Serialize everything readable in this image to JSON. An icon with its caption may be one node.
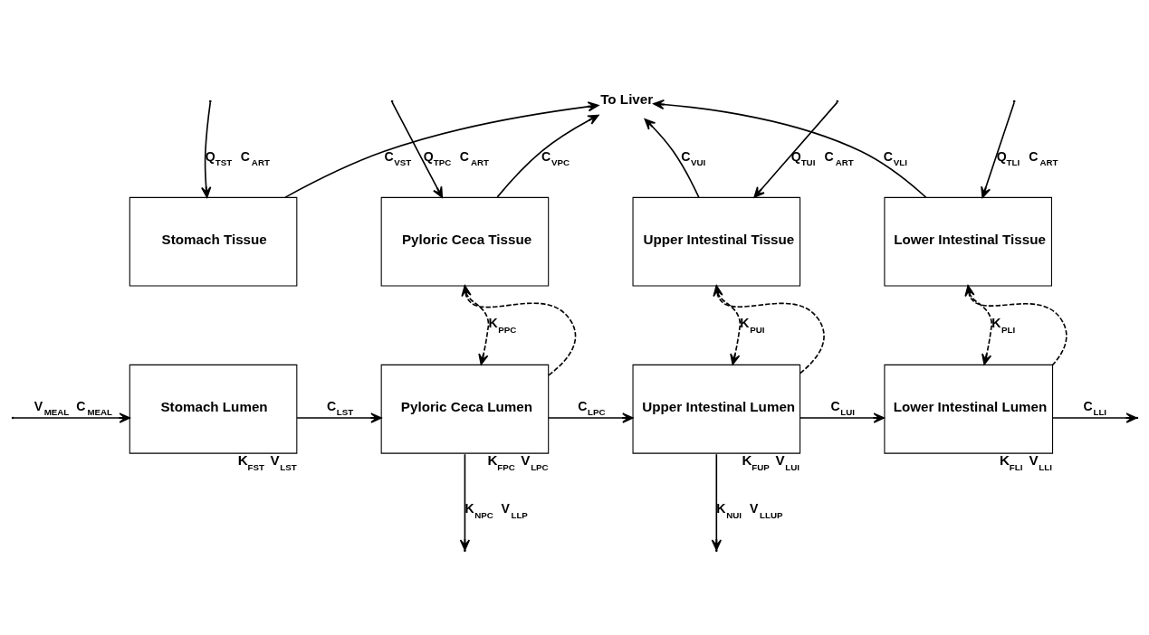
{
  "diagram": {
    "nodes": [
      {
        "text": [
          "Stomach Tissue"
        ]
      },
      {
        "text": [
          "Stomach Lumen"
        ],
        "beside": [
          "K$_{FST}$",
          "V$_{LST}$"
        ]
      },
      {
        "text": [
          "Pyloric Ceca Tissue"
        ]
      },
      {
        "text": [
          "Pyloric Ceca Lumen"
        ],
        "beside": [
          "K$_{FPC}$",
          "V$_{LPC}$"
        ]
      },
      {
        "text": [
          "Upper Intestinal Tissue"
        ]
      },
      {
        "text": [
          "Upper Intestinal Lumen"
        ],
        "beside": [
          "K$_{FUP}$",
          "V$_{LUI}$"
        ]
      },
      {
        "text": [
          "Lower Intestinal Tissue"
        ]
      },
      {
        "text": [
          "Lower Intestinal Lumen"
        ],
        "beside": [
          "K$_{FLI}$",
          "V$_{LLI}$"
        ]
      },
      {
        "text": [
          "To Liver"
        ]
      }
    ],
    "edges": [
      {
        "from": 0,
        "to": 8,
        "arrow": "to",
        "label": "C$_{VST}$"
      },
      {
        "from": 2,
        "to": 8,
        "arrow": "to",
        "label": "C$_{VPC}$"
      },
      {
        "from": 4,
        "to": 8,
        "arrow": "to",
        "label": "C$_{VUI}$"
      },
      {
        "from": 6,
        "to": 8,
        "arrow": "to",
        "label": "C$_{VLI}$"
      },
      {
        "from": null,
        "to": 0,
        "arrow": "to",
        "label": "Q$_{TST}$ C$_{ART}$"
      },
      {
        "from": null,
        "to": 2,
        "arrow": "to",
        "label": "Q$_{TPC}$ C$_{ART}$"
      },
      {
        "from": null,
        "to": 4,
        "arrow": "to",
        "label": "Q$_{TUI}$ C$_{ART}$"
      },
      {
        "from": null,
        "to": 6,
        "arrow": "to",
        "label": "Q$_{TLI}$ C$_{ART}$"
      },
      {
        "from": null,
        "to": 1,
        "arrow": "to",
        "label": "V$_{MEAL}$ C$_{MEAL}$"
      },
      {
        "from": 1,
        "to": 3,
        "arrow": "to",
        "label": "C$_{LST}$"
      },
      {
        "from": 3,
        "to": 5,
        "arrow": "to",
        "label": "C$_{LPC}$"
      },
      {
        "from": 5,
        "to": 7,
        "arrow": "to",
        "label": "C$_{LUI}$"
      },
      {
        "from": 7,
        "to": null,
        "arrow": "to",
        "label": "C$_{LLI}$"
      },
      {
        "from": 3,
        "to": null,
        "arrow": "to",
        "label": "K$_{NPC}$ V$_{LLP}$"
      },
      {
        "from": 5,
        "to": null,
        "arrow": "to",
        "label": "K$_{NUI}$ V$_{LLUP}$"
      },
      {
        "from": 3,
        "to": 2,
        "arrow": "to",
        "style": "dashed"
      },
      {
        "from": 2,
        "to": 3,
        "arrow": "to",
        "style": "dashed",
        "label": "K$_{PPC}$"
      },
      {
        "from": 5,
        "to": 4,
        "arrow": "to",
        "style": "dashed"
      },
      {
        "from": 4,
        "to": 5,
        "arrow": "to",
        "style": "dashed",
        "label": "K$_{PUI}$"
      },
      {
        "from": 7,
        "to": 6,
        "arrow": "to",
        "style": "dashed"
      },
      {
        "from": 6,
        "to": 7,
        "arrow": "to",
        "style": "dashed",
        "label": "K$_{PLI}$"
      }
    ]
  }
}
